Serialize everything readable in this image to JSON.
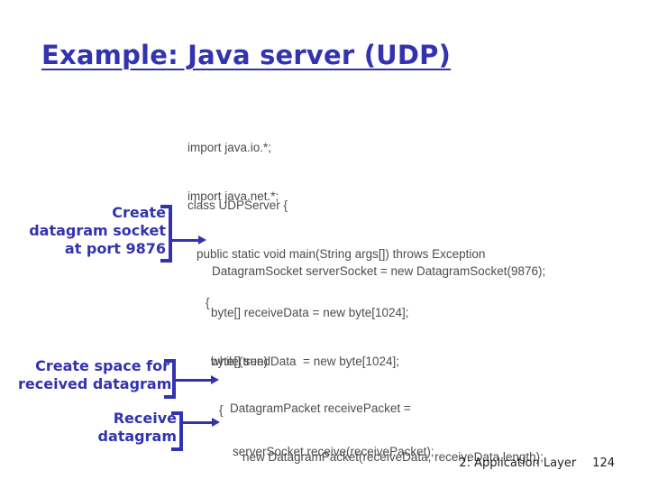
{
  "slide": {
    "title": "Example: Java server (UDP)",
    "footer": {
      "section": "2: Application Layer",
      "page": "124"
    }
  },
  "code": {
    "import_io": "import java.io.*;",
    "import_net": "import java.net.*;",
    "class_decl": "class UDPServer {",
    "main_decl": "public static void main(String args[]) throws Exception",
    "open_brace_main": "{",
    "create_socket": "DatagramSocket serverSocket = new DatagramSocket(9876);",
    "receive_buffer": "byte[] receiveData = new byte[1024];",
    "send_buffer": "byte[] sendData  = new byte[1024];",
    "while_loop": "while(true)",
    "open_brace_while": "{",
    "packet_decl": "DatagramPacket receivePacket =",
    "packet_init": "new DatagramPacket(receiveData, receiveData.length);",
    "receive_call": "serverSocket.receive(receivePacket);"
  },
  "annotations": {
    "create_socket": [
      "Create",
      "datagram socket",
      "at port 9876"
    ],
    "create_space": [
      "Create space for",
      "received datagram"
    ],
    "receive": [
      "Receive",
      "datagram"
    ]
  },
  "colors": {
    "accent_blue": "#3333B0",
    "code_gray": "#4D4D4D",
    "footer_black": "#1F1F1F"
  }
}
